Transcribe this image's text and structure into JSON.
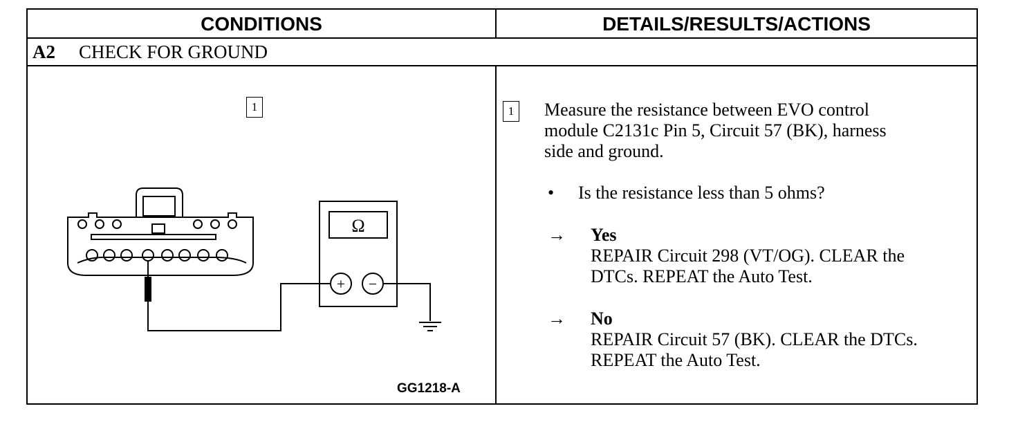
{
  "header": {
    "conditions": "CONDITIONS",
    "details": "DETAILS/RESULTS/ACTIONS"
  },
  "section": {
    "code": "A2",
    "title": "CHECK FOR GROUND"
  },
  "conditions": {
    "step_number": "1",
    "meter_symbol": "Ω",
    "meter_plus": "+",
    "meter_minus": "−",
    "figure_id": "GG1218-A"
  },
  "details": {
    "step_number": "1",
    "instruction_lines": [
      "Measure the resistance between EVO control",
      "module C2131c Pin 5, Circuit 57 (BK), harness",
      "side and ground."
    ],
    "bullet": "•",
    "question": "Is the resistance less than 5 ohms?",
    "arrow": "→",
    "yes": {
      "label": "Yes",
      "lines": [
        "REPAIR Circuit 298 (VT/OG). CLEAR the",
        "DTCs. REPEAT the Auto Test."
      ]
    },
    "no": {
      "label": "No",
      "lines": [
        "REPAIR Circuit 57 (BK). CLEAR the DTCs.",
        "REPEAT the Auto Test."
      ]
    }
  }
}
